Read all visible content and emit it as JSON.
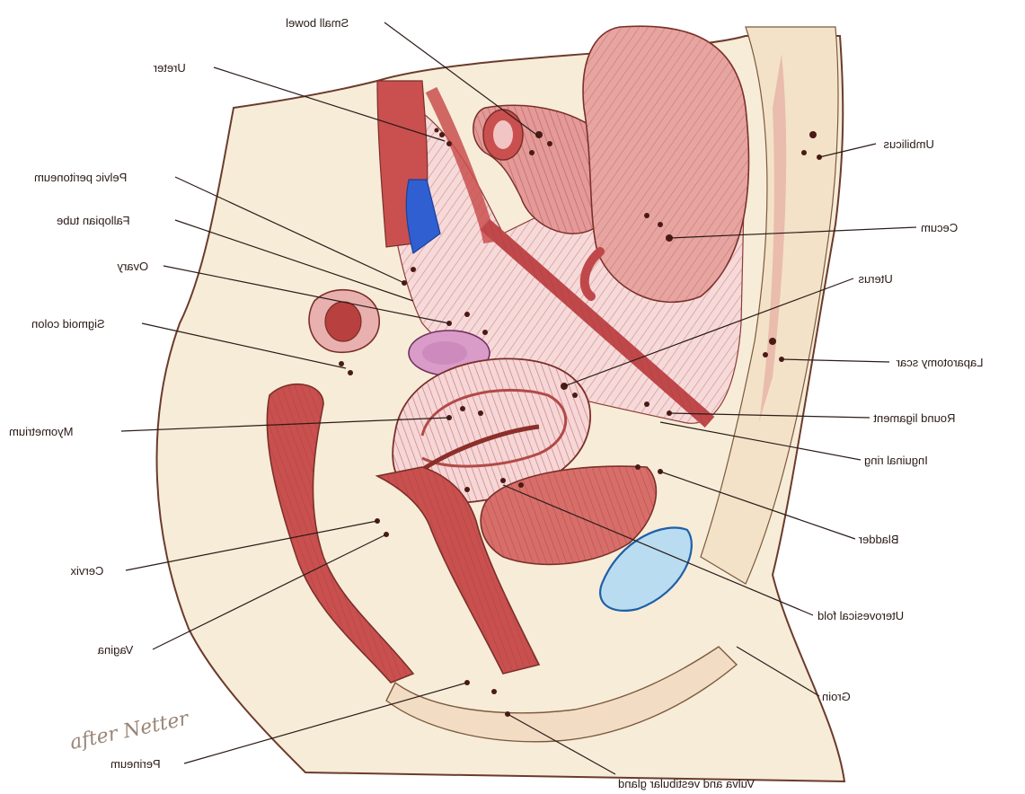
{
  "figure": {
    "signature": "after Netter",
    "labels": {
      "small_bowel": "Small bowel",
      "ureter": "Ureter",
      "pelvic_peritoneum": "Pelvic peritoneum",
      "fallopian_tube": "Fallopian tube",
      "ovary": "Ovary",
      "sigmoid_colon": "Sigmoid colon",
      "myometrium": "Myometrium",
      "cervix": "Cervix",
      "vagina": "Vagina",
      "perineum": "Perineum",
      "vulva_vestibular_gland": "Vulva and vestibular gland",
      "umbilicus": "Umbilicus",
      "cecum": "Cecum",
      "uterus": "Uterus",
      "laparotomy_scar": "Laparotomy scar",
      "round_ligament": "Round ligament",
      "inguinal_ring": "Inguinal ring",
      "bladder": "Bladder",
      "uterovesical_fold": "Uterovesical fold",
      "groin": "Groin"
    },
    "colors": {
      "background": "#ffffff",
      "skin": "#f7ecd8",
      "tissue_light": "#f4cfcf",
      "tissue_mid": "#e39a98",
      "tissue_dark": "#c0484a",
      "vessel_blue": "#2f5fd0",
      "endometriosis_spots": "#4a1a14",
      "ovary": "#d99bc8",
      "bladder_lesion": "#b9dcf0"
    }
  }
}
